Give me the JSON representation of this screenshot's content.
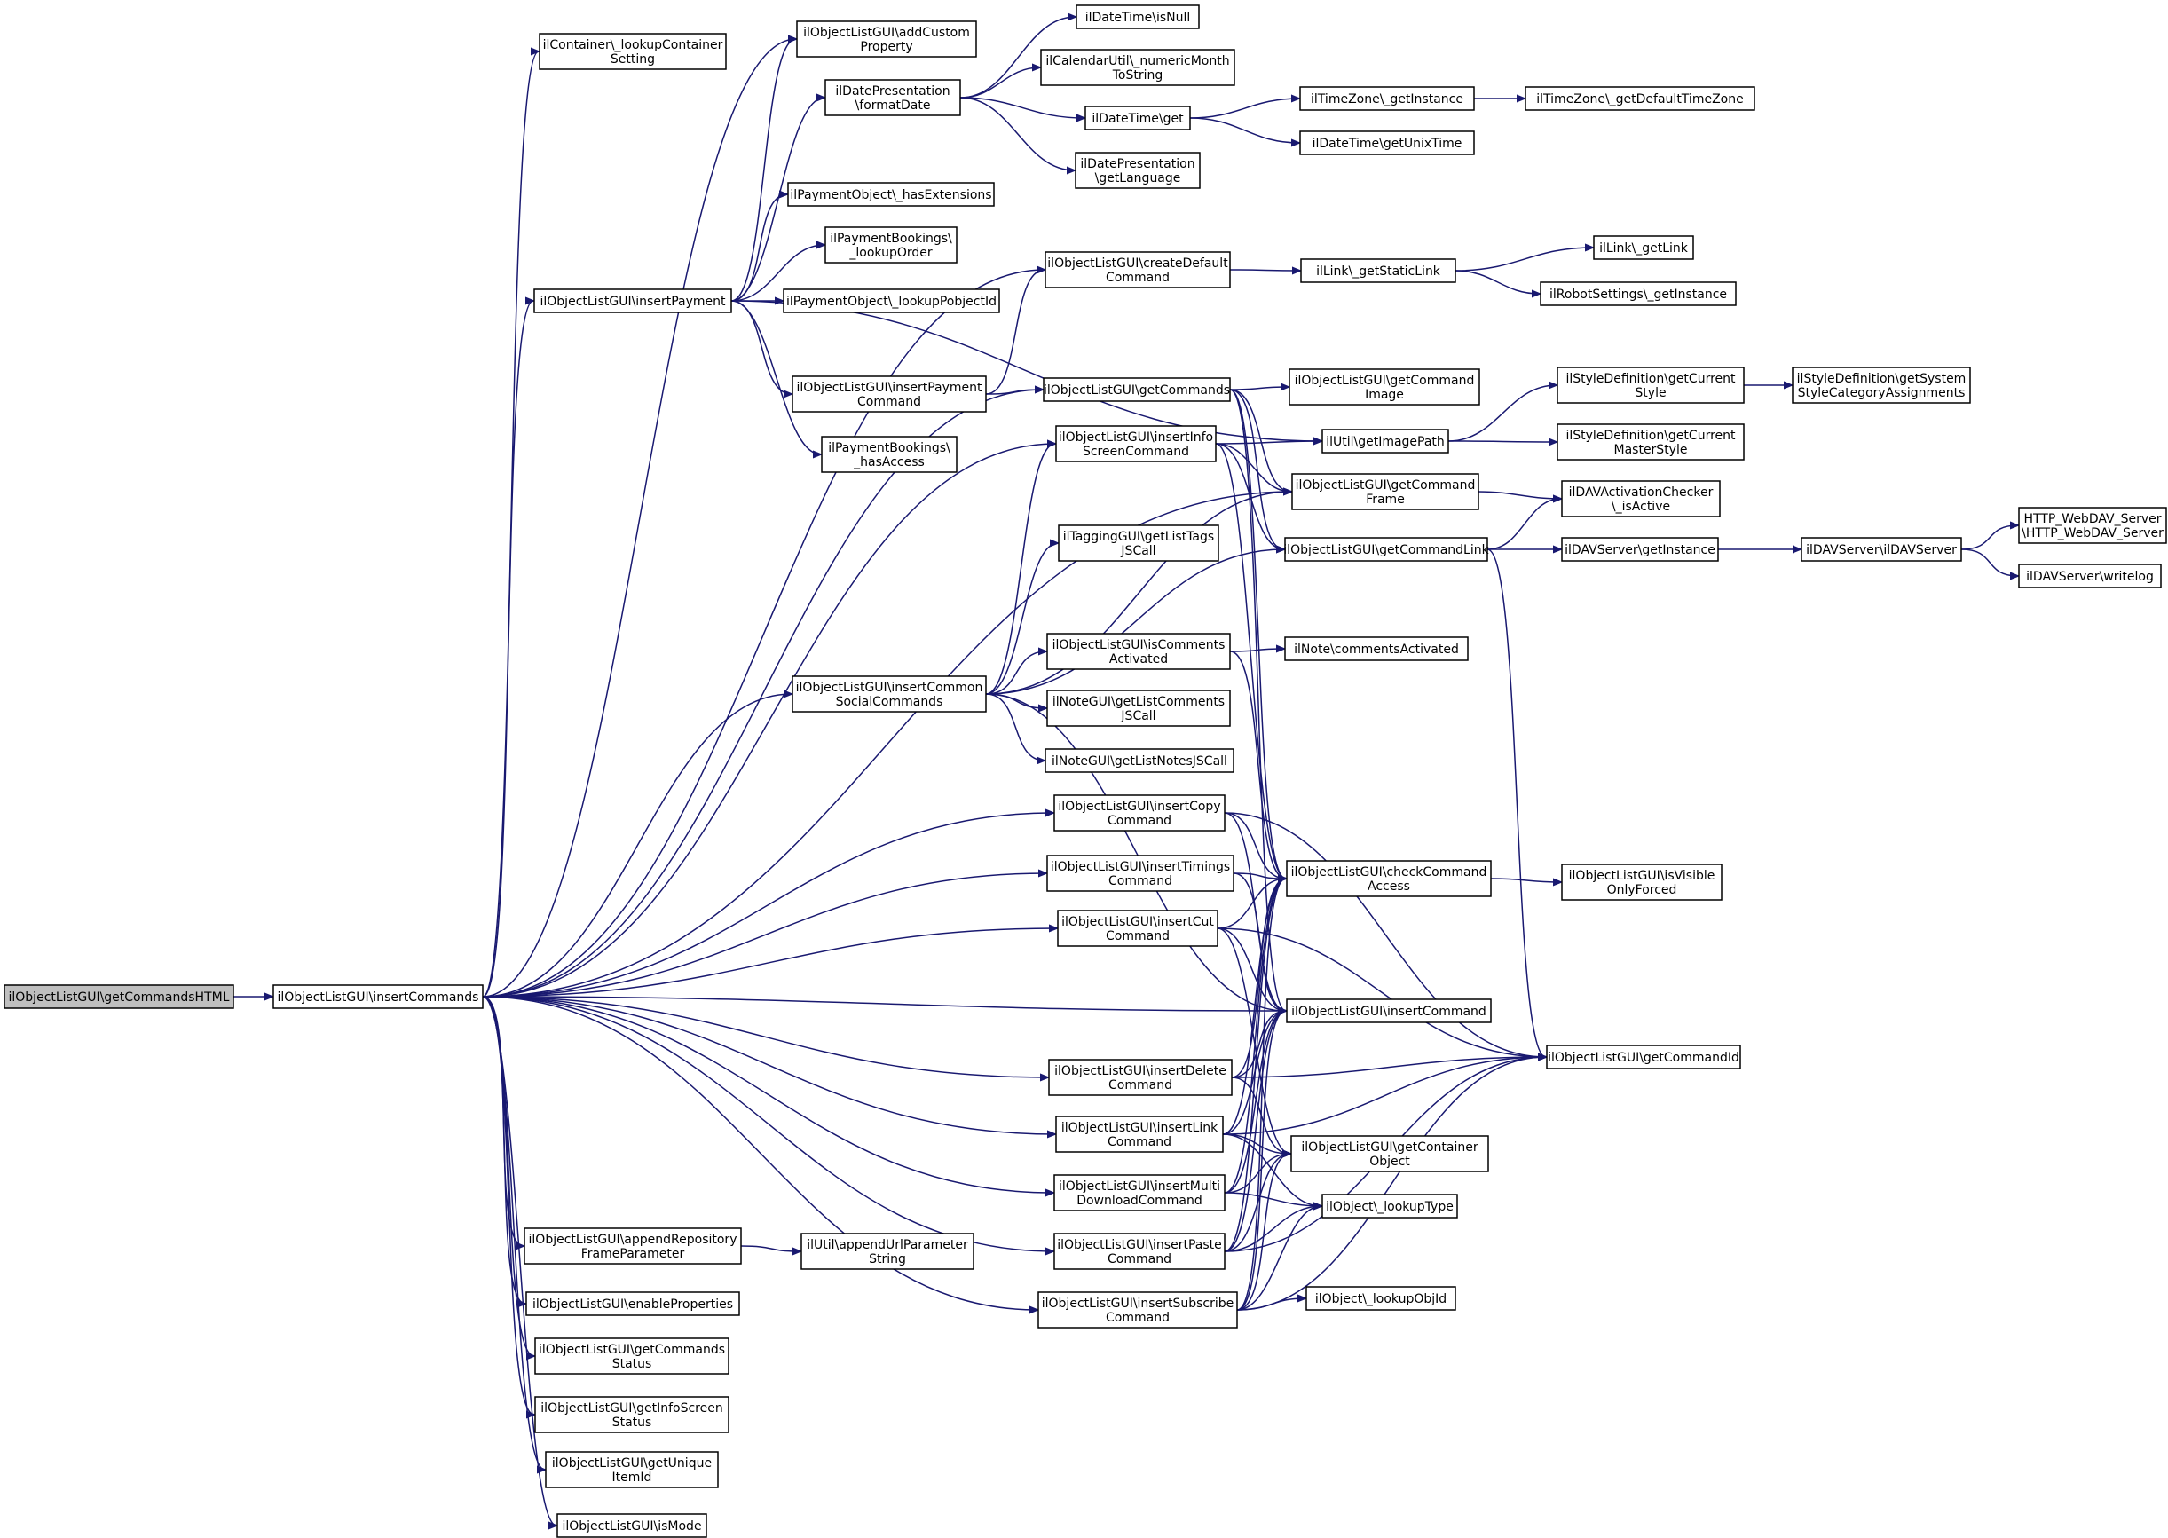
{
  "diagram": {
    "nodes": [
      {
        "id": "root",
        "lines": [
          "ilObjectListGUI\\getCommandsHTML"
        ],
        "root": true
      },
      {
        "id": "insertCommands",
        "lines": [
          "ilObjectListGUI\\insertCommands"
        ]
      },
      {
        "id": "lookupContainerSetting",
        "lines": [
          "ilContainer\\_lookupContainer",
          "Setting"
        ]
      },
      {
        "id": "addCustomProperty",
        "lines": [
          "ilObjectListGUI\\addCustom",
          "Property"
        ]
      },
      {
        "id": "formatDate",
        "lines": [
          "ilDatePresentation",
          "\\formatDate"
        ]
      },
      {
        "id": "dtIsNull",
        "lines": [
          "ilDateTime\\isNull"
        ]
      },
      {
        "id": "numericMonth",
        "lines": [
          "ilCalendarUtil\\_numericMonth",
          "ToString"
        ]
      },
      {
        "id": "dtGet",
        "lines": [
          "ilDateTime\\get"
        ]
      },
      {
        "id": "tzGetInstance",
        "lines": [
          "ilTimeZone\\_getInstance"
        ]
      },
      {
        "id": "tzDefault",
        "lines": [
          "ilTimeZone\\_getDefaultTimeZone"
        ]
      },
      {
        "id": "unixTime",
        "lines": [
          "ilDateTime\\getUnixTime"
        ]
      },
      {
        "id": "getLanguage",
        "lines": [
          "ilDatePresentation",
          "\\getLanguage"
        ]
      },
      {
        "id": "hasExtensions",
        "lines": [
          "ilPaymentObject\\_hasExtensions"
        ]
      },
      {
        "id": "lookupOrder",
        "lines": [
          "ilPaymentBookings\\",
          "_lookupOrder"
        ]
      },
      {
        "id": "insertPayment",
        "lines": [
          "ilObjectListGUI\\insertPayment"
        ]
      },
      {
        "id": "lookupPobjectId",
        "lines": [
          "ilPaymentObject\\_lookupPobjectId"
        ]
      },
      {
        "id": "createDefault",
        "lines": [
          "ilObjectListGUI\\createDefault",
          "Command"
        ]
      },
      {
        "id": "getStaticLink",
        "lines": [
          "ilLink\\_getStaticLink"
        ]
      },
      {
        "id": "getLink",
        "lines": [
          "ilLink\\_getLink"
        ]
      },
      {
        "id": "robotSettings",
        "lines": [
          "ilRobotSettings\\_getInstance"
        ]
      },
      {
        "id": "insertPaymentCommand",
        "lines": [
          "ilObjectListGUI\\insertPayment",
          "Command"
        ]
      },
      {
        "id": "getCommands",
        "lines": [
          "ilObjectListGUI\\getCommands"
        ]
      },
      {
        "id": "getCommandImage",
        "lines": [
          "ilObjectListGUI\\getCommand",
          "Image"
        ]
      },
      {
        "id": "getCurrentStyle",
        "lines": [
          "ilStyleDefinition\\getCurrent",
          "Style"
        ]
      },
      {
        "id": "getSystemStyle",
        "lines": [
          "ilStyleDefinition\\getSystem",
          "StyleCategoryAssignments"
        ]
      },
      {
        "id": "hasAccess",
        "lines": [
          "ilPaymentBookings\\",
          "_hasAccess"
        ]
      },
      {
        "id": "insertInfoScreen",
        "lines": [
          "ilObjectListGUI\\insertInfo",
          "ScreenCommand"
        ]
      },
      {
        "id": "getImagePath",
        "lines": [
          "ilUtil\\getImagePath"
        ]
      },
      {
        "id": "getCurrentMaster",
        "lines": [
          "ilStyleDefinition\\getCurrent",
          "MasterStyle"
        ]
      },
      {
        "id": "getCommandFrame",
        "lines": [
          "ilObjectListGUI\\getCommand",
          "Frame"
        ]
      },
      {
        "id": "davIsActive",
        "lines": [
          "ilDAVActivationChecker",
          "\\_isActive"
        ]
      },
      {
        "id": "getListTags",
        "lines": [
          "ilTaggingGUI\\getListTags",
          "JSCall"
        ]
      },
      {
        "id": "getCommandLink",
        "lines": [
          "ilObjectListGUI\\getCommandLink"
        ]
      },
      {
        "id": "davGetInstance",
        "lines": [
          "ilDAVServer\\getInstance"
        ]
      },
      {
        "id": "ilDAVServer",
        "lines": [
          "ilDAVServer\\ilDAVServer"
        ]
      },
      {
        "id": "httpWebDav",
        "lines": [
          "HTTP_WebDAV_Server",
          "\\HTTP_WebDAV_Server"
        ]
      },
      {
        "id": "writelog",
        "lines": [
          "ilDAVServer\\writelog"
        ]
      },
      {
        "id": "isCommentsActivated",
        "lines": [
          "ilObjectListGUI\\isComments",
          "Activated"
        ]
      },
      {
        "id": "commentsActivated",
        "lines": [
          "ilNote\\commentsActivated"
        ]
      },
      {
        "id": "insertCommonSocial",
        "lines": [
          "ilObjectListGUI\\insertCommon",
          "SocialCommands"
        ]
      },
      {
        "id": "getListComments",
        "lines": [
          "ilNoteGUI\\getListComments",
          "JSCall"
        ]
      },
      {
        "id": "getListNotes",
        "lines": [
          "ilNoteGUI\\getListNotesJSCall"
        ]
      },
      {
        "id": "insertCopy",
        "lines": [
          "ilObjectListGUI\\insertCopy",
          "Command"
        ]
      },
      {
        "id": "insertTimings",
        "lines": [
          "ilObjectListGUI\\insertTimings",
          "Command"
        ]
      },
      {
        "id": "checkCommandAccess",
        "lines": [
          "ilObjectListGUI\\checkCommand",
          "Access"
        ]
      },
      {
        "id": "isVisibleOnlyForced",
        "lines": [
          "ilObjectListGUI\\isVisible",
          "OnlyForced"
        ]
      },
      {
        "id": "insertCut",
        "lines": [
          "ilObjectListGUI\\insertCut",
          "Command"
        ]
      },
      {
        "id": "insertCommand",
        "lines": [
          "ilObjectListGUI\\insertCommand"
        ]
      },
      {
        "id": "insertDelete",
        "lines": [
          "ilObjectListGUI\\insertDelete",
          "Command"
        ]
      },
      {
        "id": "getCommandId",
        "lines": [
          "ilObjectListGUI\\getCommandId"
        ]
      },
      {
        "id": "insertLink",
        "lines": [
          "ilObjectListGUI\\insertLink",
          "Command"
        ]
      },
      {
        "id": "getContainerObject",
        "lines": [
          "ilObjectListGUI\\getContainer",
          "Object"
        ]
      },
      {
        "id": "insertMultiDownload",
        "lines": [
          "ilObjectListGUI\\insertMulti",
          "DownloadCommand"
        ]
      },
      {
        "id": "lookupType",
        "lines": [
          "ilObject\\_lookupType"
        ]
      },
      {
        "id": "appendRepoFrame",
        "lines": [
          "ilObjectListGUI\\appendRepository",
          "FrameParameter"
        ]
      },
      {
        "id": "appendUrlParam",
        "lines": [
          "ilUtil\\appendUrlParameter",
          "String"
        ]
      },
      {
        "id": "insertPaste",
        "lines": [
          "ilObjectListGUI\\insertPaste",
          "Command"
        ]
      },
      {
        "id": "insertSubscribe",
        "lines": [
          "ilObjectListGUI\\insertSubscribe",
          "Command"
        ]
      },
      {
        "id": "lookupObjId",
        "lines": [
          "ilObject\\_lookupObjId"
        ]
      },
      {
        "id": "enableProperties",
        "lines": [
          "ilObjectListGUI\\enableProperties"
        ]
      },
      {
        "id": "getCommandsStatus",
        "lines": [
          "ilObjectListGUI\\getCommands",
          "Status"
        ]
      },
      {
        "id": "getInfoScreenStatus",
        "lines": [
          "ilObjectListGUI\\getInfoScreen",
          "Status"
        ]
      },
      {
        "id": "getUniqueItemId",
        "lines": [
          "ilObjectListGUI\\getUnique",
          "ItemId"
        ]
      },
      {
        "id": "isMode",
        "lines": [
          "ilObjectListGUI\\isMode"
        ]
      }
    ],
    "edges": [
      [
        "root",
        "insertCommands"
      ],
      [
        "insertCommands",
        "lookupContainerSetting"
      ],
      [
        "insertCommands",
        "addCustomProperty"
      ],
      [
        "insertCommands",
        "createDefault"
      ],
      [
        "insertCommands",
        "insertPayment"
      ],
      [
        "insertCommands",
        "getCommands"
      ],
      [
        "insertCommands",
        "insertInfoScreen"
      ],
      [
        "insertCommands",
        "getCommandFrame"
      ],
      [
        "insertCommands",
        "insertCommonSocial"
      ],
      [
        "insertCommands",
        "insertCopy"
      ],
      [
        "insertCommands",
        "insertTimings"
      ],
      [
        "insertCommands",
        "insertCut"
      ],
      [
        "insertCommands",
        "insertCommand"
      ],
      [
        "insertCommands",
        "insertDelete"
      ],
      [
        "insertCommands",
        "insertLink"
      ],
      [
        "insertCommands",
        "insertMultiDownload"
      ],
      [
        "insertCommands",
        "insertPaste"
      ],
      [
        "insertCommands",
        "insertSubscribe"
      ],
      [
        "insertCommands",
        "appendRepoFrame"
      ],
      [
        "insertCommands",
        "enableProperties"
      ],
      [
        "insertCommands",
        "getCommandsStatus"
      ],
      [
        "insertCommands",
        "getInfoScreenStatus"
      ],
      [
        "insertCommands",
        "getUniqueItemId"
      ],
      [
        "insertCommands",
        "isMode"
      ],
      [
        "insertPayment",
        "addCustomProperty"
      ],
      [
        "insertPayment",
        "formatDate"
      ],
      [
        "insertPayment",
        "hasExtensions"
      ],
      [
        "insertPayment",
        "lookupOrder"
      ],
      [
        "insertPayment",
        "lookupPobjectId"
      ],
      [
        "insertPayment",
        "insertPaymentCommand"
      ],
      [
        "insertPayment",
        "hasAccess"
      ],
      [
        "insertPayment",
        "getImagePath"
      ],
      [
        "formatDate",
        "dtIsNull"
      ],
      [
        "formatDate",
        "numericMonth"
      ],
      [
        "formatDate",
        "dtGet"
      ],
      [
        "formatDate",
        "getLanguage"
      ],
      [
        "dtGet",
        "tzGetInstance"
      ],
      [
        "dtGet",
        "unixTime"
      ],
      [
        "tzGetInstance",
        "tzDefault"
      ],
      [
        "createDefault",
        "getStaticLink"
      ],
      [
        "getStaticLink",
        "getLink"
      ],
      [
        "getStaticLink",
        "robotSettings"
      ],
      [
        "insertPaymentCommand",
        "createDefault"
      ],
      [
        "insertPaymentCommand",
        "getCommands"
      ],
      [
        "getCommands",
        "getCommandImage"
      ],
      [
        "getCommands",
        "getCommandFrame"
      ],
      [
        "getCommands",
        "getCommandLink"
      ],
      [
        "getCommands",
        "checkCommandAccess"
      ],
      [
        "getCommands",
        "insertCommand"
      ],
      [
        "getImagePath",
        "getCurrentStyle"
      ],
      [
        "getImagePath",
        "getCurrentMaster"
      ],
      [
        "getCurrentStyle",
        "getSystemStyle"
      ],
      [
        "insertInfoScreen",
        "getImagePath"
      ],
      [
        "insertInfoScreen",
        "getCommandFrame"
      ],
      [
        "insertInfoScreen",
        "getCommandLink"
      ],
      [
        "insertInfoScreen",
        "checkCommandAccess"
      ],
      [
        "getCommandFrame",
        "davIsActive"
      ],
      [
        "getCommandLink",
        "davIsActive"
      ],
      [
        "getCommandLink",
        "davGetInstance"
      ],
      [
        "getCommandLink",
        "getCommandId"
      ],
      [
        "davGetInstance",
        "ilDAVServer"
      ],
      [
        "ilDAVServer",
        "httpWebDav"
      ],
      [
        "ilDAVServer",
        "writelog"
      ],
      [
        "insertCommonSocial",
        "insertInfoScreen"
      ],
      [
        "insertCommonSocial",
        "getCommandFrame"
      ],
      [
        "insertCommonSocial",
        "getListTags"
      ],
      [
        "insertCommonSocial",
        "getCommandLink"
      ],
      [
        "insertCommonSocial",
        "isCommentsActivated"
      ],
      [
        "insertCommonSocial",
        "getListComments"
      ],
      [
        "insertCommonSocial",
        "getListNotes"
      ],
      [
        "insertCommonSocial",
        "insertCommand"
      ],
      [
        "isCommentsActivated",
        "commentsActivated"
      ],
      [
        "isCommentsActivated",
        "checkCommandAccess"
      ],
      [
        "insertCopy",
        "checkCommandAccess"
      ],
      [
        "insertCopy",
        "insertCommand"
      ],
      [
        "insertCopy",
        "getCommandId"
      ],
      [
        "insertTimings",
        "checkCommandAccess"
      ],
      [
        "insertTimings",
        "insertCommand"
      ],
      [
        "checkCommandAccess",
        "isVisibleOnlyForced"
      ],
      [
        "insertCut",
        "checkCommandAccess"
      ],
      [
        "insertCut",
        "insertCommand"
      ],
      [
        "insertCut",
        "getCommandId"
      ],
      [
        "insertCut",
        "getContainerObject"
      ],
      [
        "insertDelete",
        "checkCommandAccess"
      ],
      [
        "insertDelete",
        "insertCommand"
      ],
      [
        "insertDelete",
        "getCommandId"
      ],
      [
        "insertDelete",
        "getContainerObject"
      ],
      [
        "insertLink",
        "checkCommandAccess"
      ],
      [
        "insertLink",
        "insertCommand"
      ],
      [
        "insertLink",
        "getCommandId"
      ],
      [
        "insertLink",
        "getContainerObject"
      ],
      [
        "insertLink",
        "lookupType"
      ],
      [
        "insertMultiDownload",
        "checkCommandAccess"
      ],
      [
        "insertMultiDownload",
        "insertCommand"
      ],
      [
        "insertMultiDownload",
        "getContainerObject"
      ],
      [
        "insertMultiDownload",
        "lookupType"
      ],
      [
        "appendRepoFrame",
        "appendUrlParam"
      ],
      [
        "insertPaste",
        "checkCommandAccess"
      ],
      [
        "insertPaste",
        "insertCommand"
      ],
      [
        "insertPaste",
        "getCommandId"
      ],
      [
        "insertPaste",
        "getContainerObject"
      ],
      [
        "insertPaste",
        "lookupType"
      ],
      [
        "insertSubscribe",
        "checkCommandAccess"
      ],
      [
        "insertSubscribe",
        "insertCommand"
      ],
      [
        "insertSubscribe",
        "getCommandId"
      ],
      [
        "insertSubscribe",
        "getContainerObject"
      ],
      [
        "insertSubscribe",
        "lookupType"
      ],
      [
        "insertSubscribe",
        "lookupObjId"
      ]
    ]
  },
  "colors": {
    "edge": "#191970",
    "node_border": "#000000",
    "root_fill": "#bfbfbf",
    "node_fill": "#ffffff"
  }
}
